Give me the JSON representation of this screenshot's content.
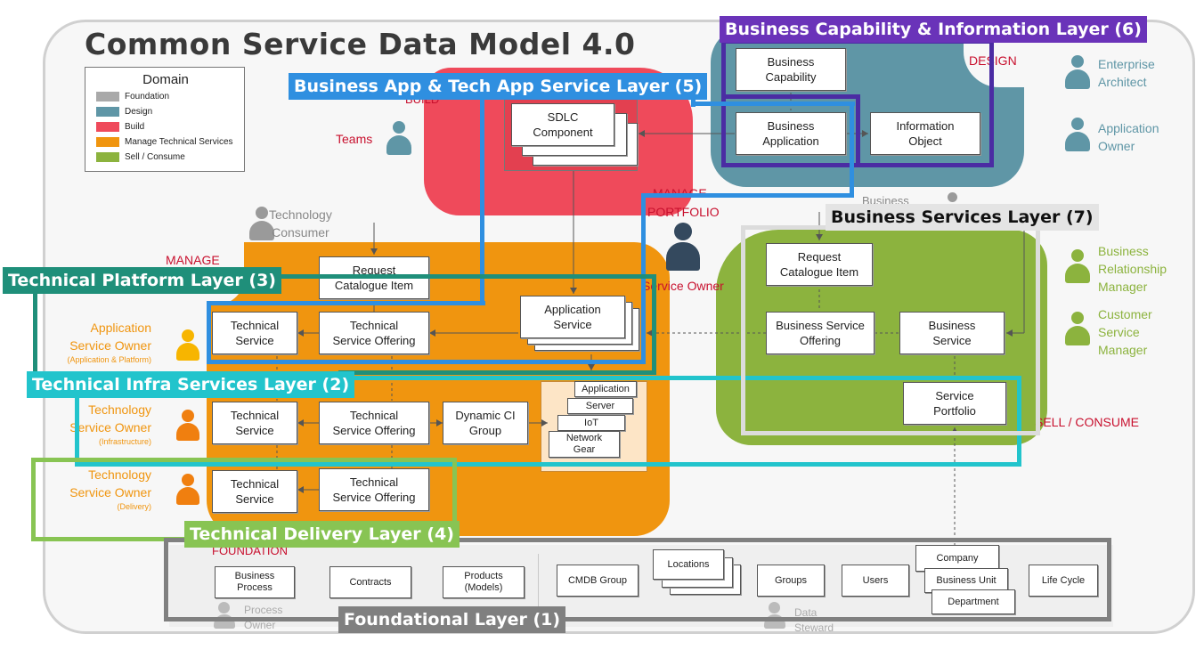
{
  "title": "Common Service Data Model 4.0",
  "colors": {
    "foundation": "#a9a9a9",
    "design": "#5f96a6",
    "build": "#ef4a5b",
    "manage": "#f0950f",
    "sell": "#8cb33e",
    "layer1": "#808080",
    "layer2": "#22c4cc",
    "layer3": "#1f8f7a",
    "layer4": "#88c453",
    "layer5": "#2f8fe0",
    "layer6": "#4b2ca3",
    "layer7": "#dcdcdc"
  },
  "legend": {
    "title": "Domain",
    "items": [
      {
        "label": "Foundation",
        "color": "#a9a9a9"
      },
      {
        "label": "Design",
        "color": "#5f96a6"
      },
      {
        "label": "Build",
        "color": "#ef4a5b"
      },
      {
        "label": "Manage Technical Services",
        "color": "#f0950f"
      },
      {
        "label": "Sell / Consume",
        "color": "#8cb33e"
      }
    ]
  },
  "layers": {
    "l1": "Foundational Layer (1)",
    "l2": "Technical Infra Services Layer (2)",
    "l3": "Technical Platform Layer (3)",
    "l4": "Technical Delivery Layer (4)",
    "l5": "Business App & Tech App Service Layer (5)",
    "l6": "Business Capability & Information Layer (6)",
    "l7": "Business Services Layer (7)"
  },
  "domains": {
    "design": "DESIGN",
    "build": "BUILD",
    "manage": "MANAGE",
    "manage_portfolio_top": "MANAGE",
    "manage_portfolio_bottom": "PORTFOLIO",
    "sell": "SELL / CONSUME",
    "foundation": "FOUNDATION"
  },
  "roles": {
    "enterprise_architect": "Enterprise\nArchitect",
    "application_owner": "Application\nOwner",
    "brm": "Business\nRelationship\nManager",
    "csm": "Customer\nService\nManager",
    "teams": "Teams",
    "tech_consumer": "Technology\nConsumer",
    "service_owner": "Service Owner",
    "business_owner": "Business",
    "app_service_owner": "Application\nService Owner",
    "app_service_owner_sub": "(Application & Platform)",
    "tech_owner_infra": "Technology\nService Owner",
    "tech_owner_infra_sub": "(Infrastructure)",
    "tech_owner_delivery": "Technology\nService Owner",
    "tech_owner_delivery_sub": "(Delivery)",
    "process_owner": "Process\nOwner",
    "data_steward": "Data\nSteward"
  },
  "boxes": {
    "business_capability": "Business\nCapability",
    "business_application": "Business\nApplication",
    "information_object": "Information\nObject",
    "sdlc_component": "SDLC\nComponent",
    "request_catalogue_item_tech": "Request\nCatalogue Item",
    "request_catalogue_item_bus": "Request\nCatalogue Item",
    "application_service": "Application\nService",
    "tech_service_3": "Technical\nService",
    "tech_offering_3": "Technical\nService Offering",
    "tech_service_2": "Technical\nService",
    "tech_offering_2": "Technical\nService Offering",
    "dynamic_ci_group": "Dynamic CI\nGroup",
    "tech_service_4": "Technical\nService",
    "tech_offering_4": "Technical\nService Offering",
    "ci_application": "Application",
    "ci_server": "Server",
    "ci_iot": "IoT",
    "ci_network": "Network\nGear",
    "business_service_offering": "Business Service\nOffering",
    "business_service": "Business\nService",
    "service_portfolio": "Service\nPortfolio",
    "business_process": "Business\nProcess",
    "contracts": "Contracts",
    "products": "Products\n(Models)",
    "cmdb_group": "CMDB Group",
    "locations": "Locations",
    "groups": "Groups",
    "users": "Users",
    "company": "Company",
    "business_unit": "Business Unit",
    "department": "Department",
    "life_cycle": "Life Cycle"
  }
}
